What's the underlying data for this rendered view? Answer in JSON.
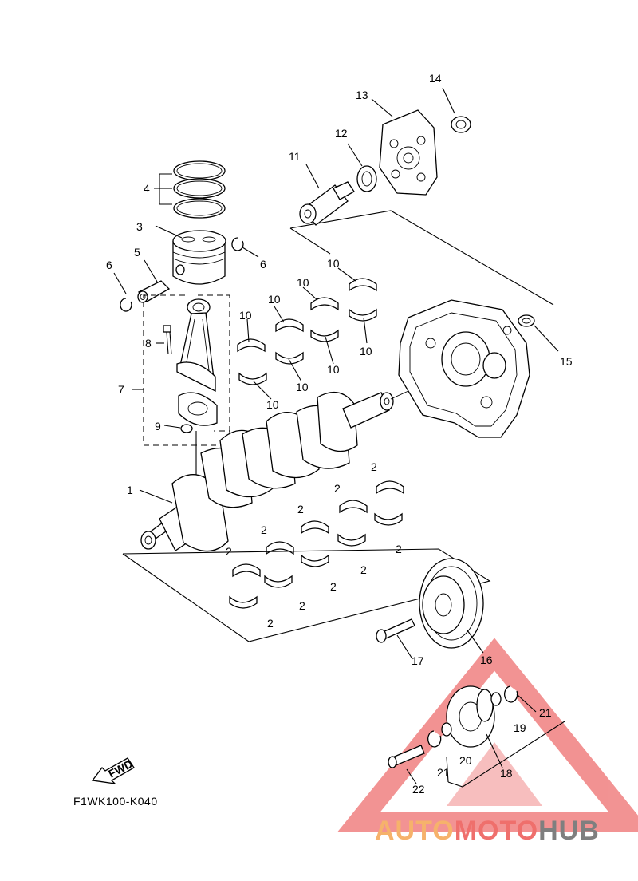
{
  "diagram": {
    "drawing_code": "F1WK100-K040",
    "fwd_label": "FWD",
    "callouts": {
      "c1": "1",
      "c2": "2",
      "c3": "3",
      "c4": "4",
      "c5": "5",
      "c6": "6",
      "c7": "7",
      "c8": "8",
      "c9": "9",
      "c10": "10",
      "c11": "11",
      "c12": "12",
      "c13": "13",
      "c14": "14",
      "c15": "15",
      "c16": "16",
      "c17": "17",
      "c18": "18",
      "c19": "19",
      "c20": "20",
      "c21": "21",
      "c22": "22"
    }
  },
  "watermark": {
    "word_1": "AUTO",
    "word_2": "MOTO",
    "word_3": "HUB",
    "colors": {
      "auto": "#f6b26b",
      "moto": "#ef6f6c",
      "hub": "#7f7f7f",
      "triangle": "#e83a3a"
    }
  }
}
